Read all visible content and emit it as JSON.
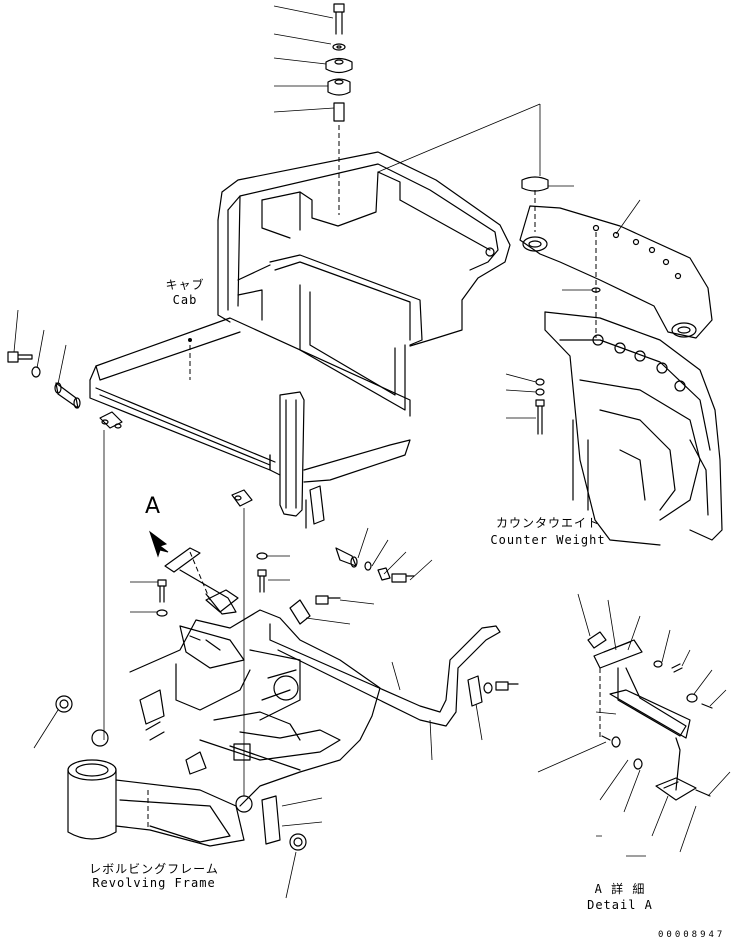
{
  "labels": {
    "cab_jp": "キャブ",
    "cab_en": "Cab",
    "counterweight_jp": "カウンタウエイト",
    "counterweight_en": "Counter Weight",
    "frame_jp": "レボルビングフレーム",
    "frame_en": "Revolving Frame",
    "detail_jp": "A 詳 細",
    "detail_en": "Detail A",
    "view_marker": "A",
    "drawing_number": "00008947"
  },
  "colors": {
    "line": "#000000",
    "background": "#ffffff"
  }
}
